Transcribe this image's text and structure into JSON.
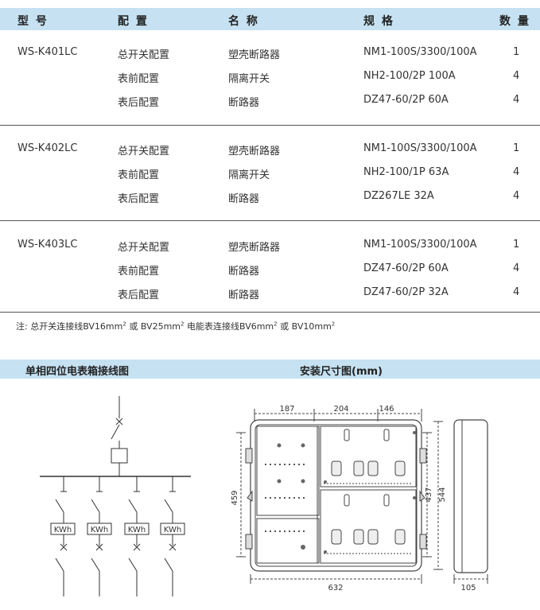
{
  "table": {
    "headers": [
      "型 号",
      "配 置",
      "名 称",
      "规 格",
      "数 量"
    ],
    "groups": [
      {
        "model": "WS-K401LC",
        "rows": [
          {
            "config": "总开关配置",
            "name": "塑壳断路器",
            "spec": "NM1-100S/3300/100A",
            "qty": "1"
          },
          {
            "config": "表前配置",
            "name": "隔离开关",
            "spec": "NH2-100/2P 100A",
            "qty": "4"
          },
          {
            "config": "表后配置",
            "name": "断路器",
            "spec": "DZ47-60/2P 60A",
            "qty": "4"
          }
        ]
      },
      {
        "model": "WS-K402LC",
        "rows": [
          {
            "config": "总开关配置",
            "name": "塑壳断路器",
            "spec": "NM1-100S/3300/100A",
            "qty": "1"
          },
          {
            "config": "表前配置",
            "name": "隔离开关",
            "spec": "NH2-100/1P 63A",
            "qty": "4"
          },
          {
            "config": "表后配置",
            "name": "断路器",
            "spec": "DZ267LE 32A",
            "qty": "4"
          }
        ]
      },
      {
        "model": "WS-K403LC",
        "rows": [
          {
            "config": "总开关配置",
            "name": "塑壳断路器",
            "spec": "NM1-100S/3300/100A",
            "qty": "1"
          },
          {
            "config": "表前配置",
            "name": "断路器",
            "spec": "DZ47-60/2P 60A",
            "qty": "4"
          },
          {
            "config": "表后配置",
            "name": "断路器",
            "spec": "DZ47-60/2P 32A",
            "qty": "4"
          }
        ]
      }
    ]
  },
  "note": {
    "t1": "注:  总开关连接线BV16mm",
    "t2": "或 BV25mm",
    "t3": "电能表连接线BV6mm",
    "t4": "或 BV10mm",
    "sup": "2"
  },
  "section": {
    "left_title": "单相四位电表箱接线图",
    "right_title": "安装尺寸图(mm)"
  },
  "wiring": {
    "meter_label": "KWh"
  },
  "dims": {
    "top": [
      "187",
      "204",
      "146"
    ],
    "left": "459",
    "right_inner": "437",
    "right_outer": "544",
    "bottom": "632",
    "side": "105"
  },
  "colors": {
    "header_bg": "#c6e2f2"
  }
}
